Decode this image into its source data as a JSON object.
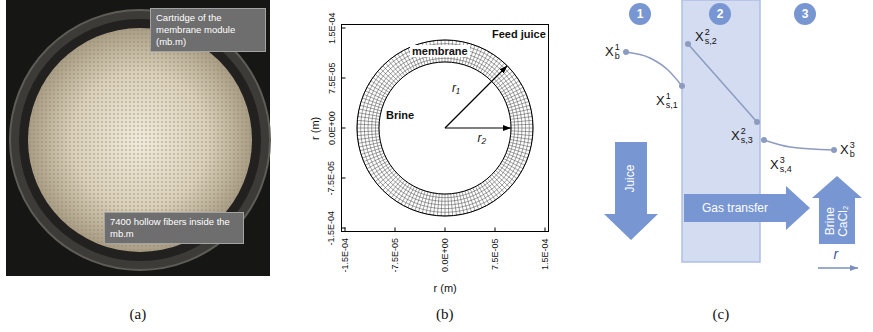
{
  "diagram": {
    "nodes": [
      {
        "text": [
          "Cartridge of the membrane module (mb.m)"
        ]
      },
      {
        "text": [
          "7400 hollow fibers inside the mb.m"
        ]
      },
      {
        "text": [
          "1"
        ]
      },
      {
        "text": [
          "2"
        ]
      },
      {
        "text": [
          "3"
        ]
      },
      {
        "text": [
          "Juice"
        ]
      },
      {
        "text": [
          "Gas transfer"
        ]
      },
      {
        "text": [
          "Brine CaCl₂"
        ]
      }
    ],
    "labels": [
      "1.5E-04",
      "7.5E-05",
      "0.0E+00",
      "-7.5E-05",
      "-1.5E-04",
      "r (m)",
      "Feed juice",
      "membrane",
      "Brine",
      "r₁",
      "r₂",
      "-1.5E-04",
      "-7.5E-05",
      "0.0E+00",
      "7.5E-05",
      "1.5E-04",
      "r (m)",
      "Xb1",
      "Xs,22",
      "Xs,11",
      "Xs,32",
      "Xs,43",
      "Xb3",
      "r",
      "(a)",
      "(b)",
      "(c)"
    ]
  }
}
